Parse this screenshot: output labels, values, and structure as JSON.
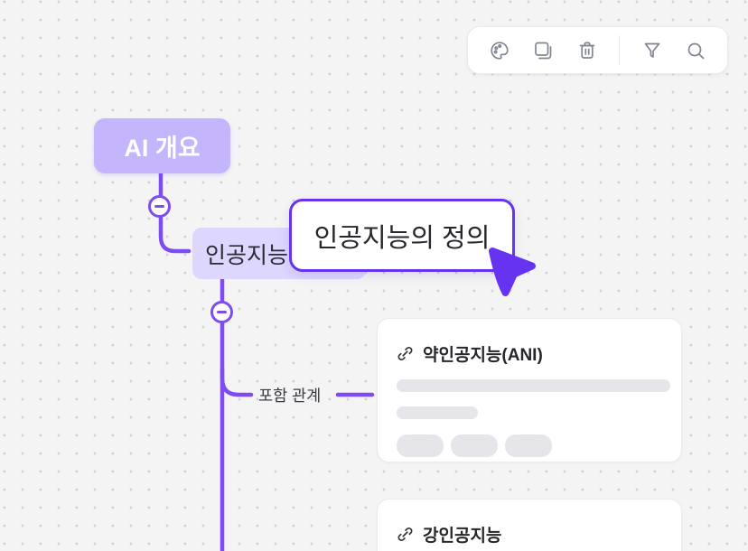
{
  "toolbar": {
    "icons": [
      "palette",
      "duplicate",
      "trash",
      "filter",
      "search"
    ]
  },
  "mindmap": {
    "root": {
      "label": "AI 개요"
    },
    "parent": {
      "label": "인공지능"
    },
    "selected": {
      "label": "인공지능의 정의"
    },
    "edge_label": "포함 관계",
    "cards": [
      {
        "title": "약인공지능(ANI)",
        "skeleton_lines": 2,
        "skeleton_chips": 3
      },
      {
        "title": "강인공지능"
      }
    ]
  },
  "colors": {
    "accent_line": "#7d4df2",
    "selection_border": "#6633f0",
    "cursor": "#6633f0",
    "root_node_bg": "#c4b5fd",
    "parent_node_bg": "#ddd6fe",
    "canvas_bg": "#f4f4f5",
    "grid_dot": "#d2d2d6",
    "skeleton": "#e5e5ea"
  }
}
